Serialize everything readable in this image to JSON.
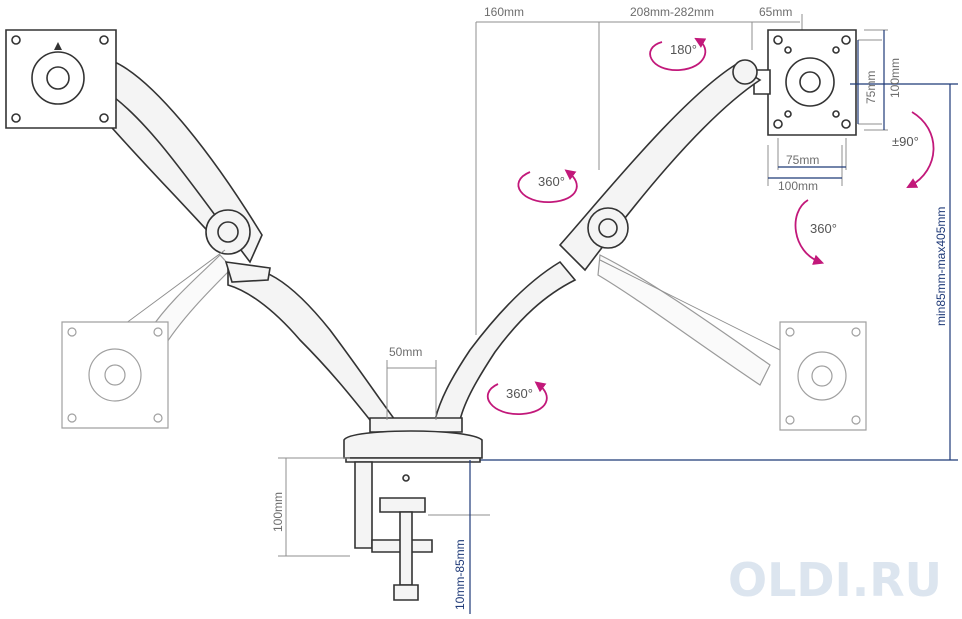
{
  "dimensions": {
    "d160": "160mm",
    "d208_282": "208mm-282mm",
    "d65": "65mm",
    "d75v": "75mm",
    "d100v": "100mm",
    "d75h": "75mm",
    "d100h": "100mm",
    "d50": "50mm",
    "height_range": "min85mm-max405mm",
    "clamp_height": "100mm",
    "desk_thickness": "10mm-85mm"
  },
  "rotations": {
    "tilt": "180°",
    "swivel_left": "360°",
    "swivel_right": "360°",
    "swivel_base": "360°",
    "rotate": "±90°"
  },
  "watermark": "OLDI.RU",
  "colors": {
    "line": "#333333",
    "dimension": "#6d6d6d",
    "dimension_vertical": "#1f3a78",
    "rotation_arrow": "#c2187a",
    "watermark": "#dce5ef"
  }
}
